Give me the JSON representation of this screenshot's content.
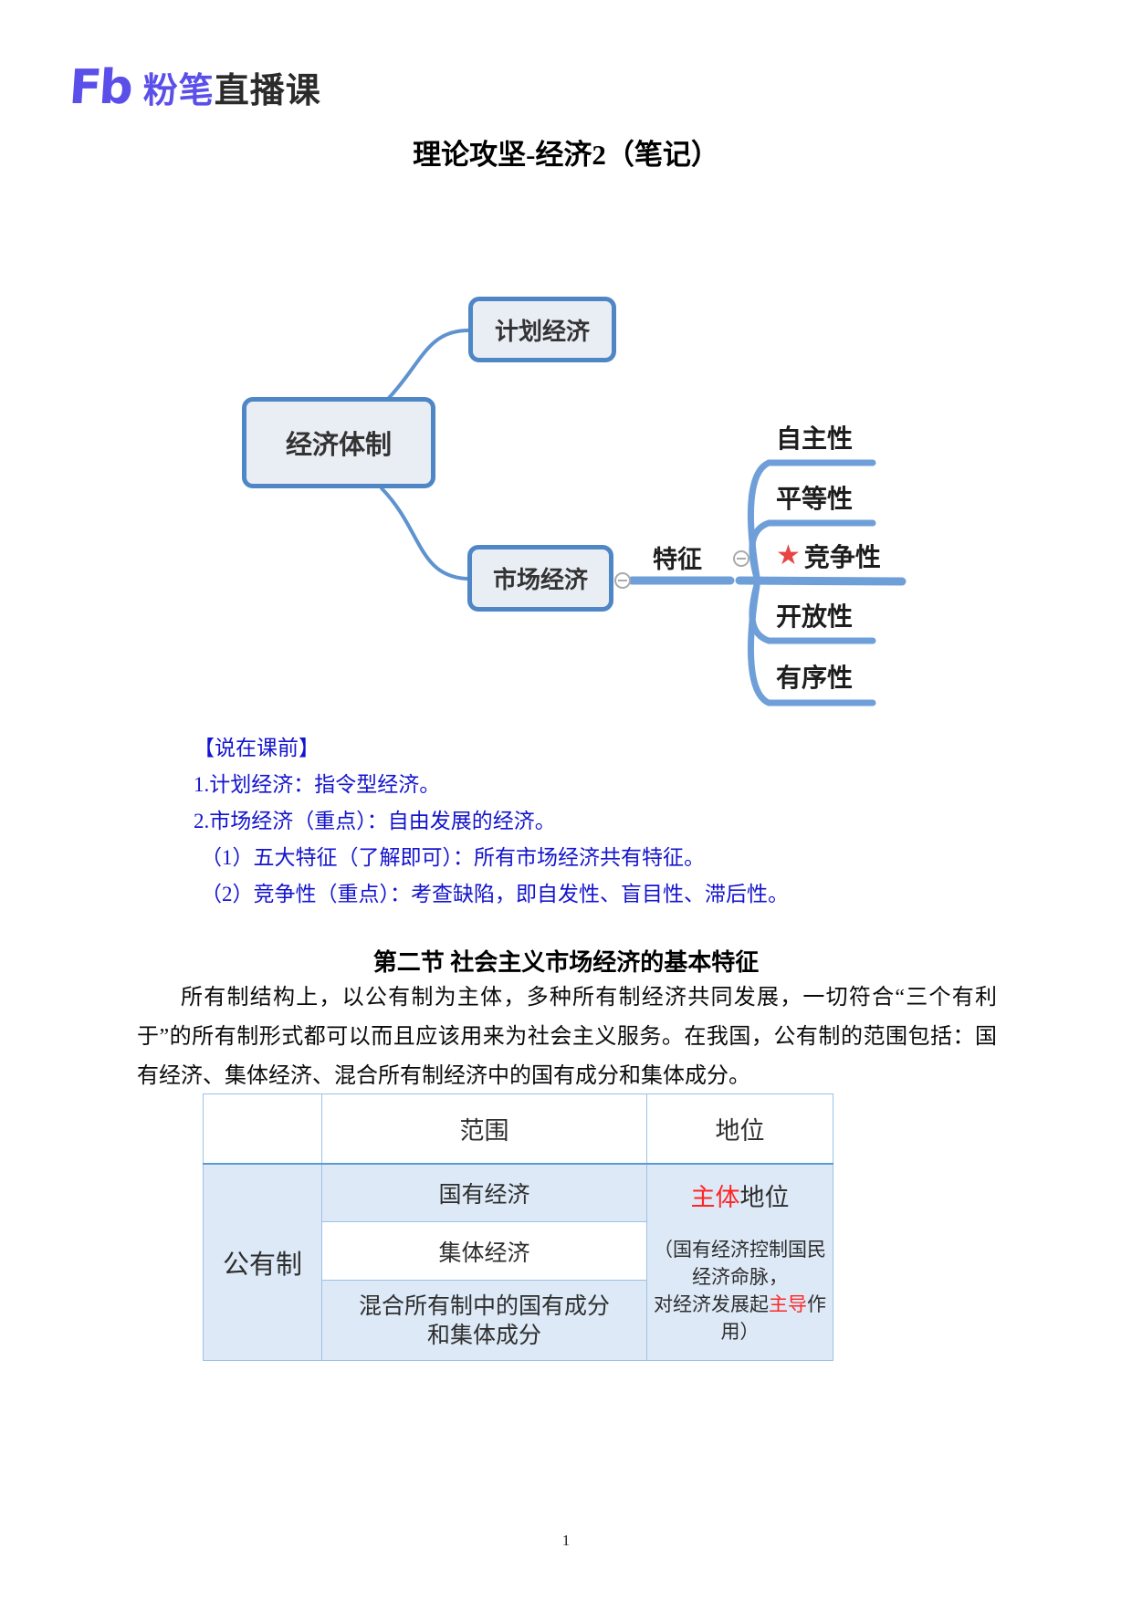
{
  "logo": {
    "mark": "Fb",
    "name": "粉笔",
    "suffix": "直播课"
  },
  "title": "理论攻坚-经济2（笔记）",
  "mindmap": {
    "root": "经济体制",
    "children": [
      "计划经济",
      "市场经济"
    ],
    "feature_label": "特征",
    "star_icon": "★",
    "features": [
      "自主性",
      "平等性",
      "竞争性",
      "开放性",
      "有序性"
    ],
    "starred_feature": "竞争性",
    "colors": {
      "node_border": "#4e86c6",
      "node_fill": "#e9eef5",
      "branch_line": "#6f9fd8",
      "star_red": "#e84545"
    }
  },
  "notes": {
    "header": "【说在课前】",
    "lines": [
      "1.计划经济：指令型经济。",
      "2.市场经济（重点）：自由发展的经济。",
      "（1）五大特征（了解即可）：所有市场经济共有特征。",
      "（2）竞争性（重点）：考查缺陷，即自发性、盲目性、滞后性。"
    ],
    "text_color": "#1414ce"
  },
  "section": {
    "heading": "第二节 社会主义市场经济的基本特征",
    "paragraph": "所有制结构上，以公有制为主体，多种所有制经济共同发展，一切符合“三个有利于”的所有制形式都可以而且应该用来为社会主义服务。在我国，公有制的范围包括：国有经济、集体经济、混合所有制经济中的国有成分和集体成分。"
  },
  "table": {
    "headers": {
      "scope": "范围",
      "status": "地位"
    },
    "row_label": "公有制",
    "scope_items": [
      "国有经济",
      "集体经济"
    ],
    "scope_item_mixed": {
      "line1": "混合所有制中的国有成分",
      "line2": "和集体成分"
    },
    "status": {
      "main_red": "主体",
      "main_rest": "地位",
      "note_line1": "（国有经济控制国民经济命脉，",
      "note_line2_pre": "对经济发展起",
      "note_line2_red": "主导",
      "note_line2_post": "作用）"
    },
    "colors": {
      "border": "#9cc2e5",
      "header_divider": "#5b9bd5",
      "cell_blue": "#dde9f6",
      "highlight_red": "#ff2626"
    }
  },
  "page": {
    "number": "1"
  }
}
